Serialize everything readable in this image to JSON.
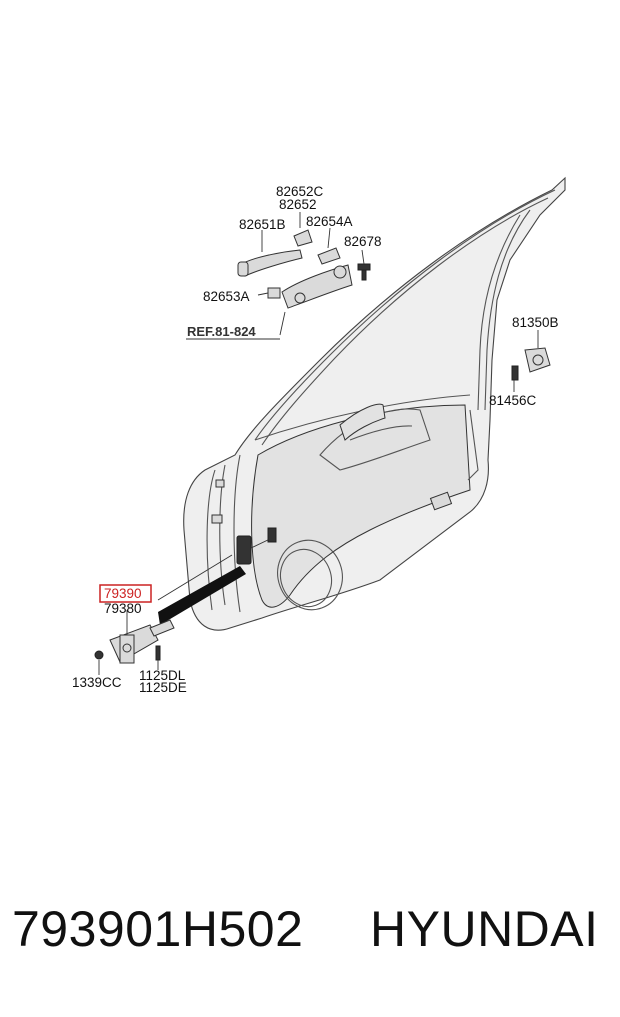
{
  "labels": {
    "p82652C": "82652C",
    "p82652": "82652",
    "p82651B": "82651B",
    "p82654A": "82654A",
    "p82678": "82678",
    "p82653A": "82653A",
    "ref": "REF.81-824",
    "p81350B": "81350B",
    "p81456C": "81456C",
    "p79390": "79390",
    "p79380": "79380",
    "p1339CC": "1339CC",
    "p1125DL": "1125DL",
    "p1125DE": "1125DE"
  },
  "highlight_color": "#cc2222",
  "footer": {
    "part_number": "793901H502",
    "brand": "HYUNDAI"
  }
}
